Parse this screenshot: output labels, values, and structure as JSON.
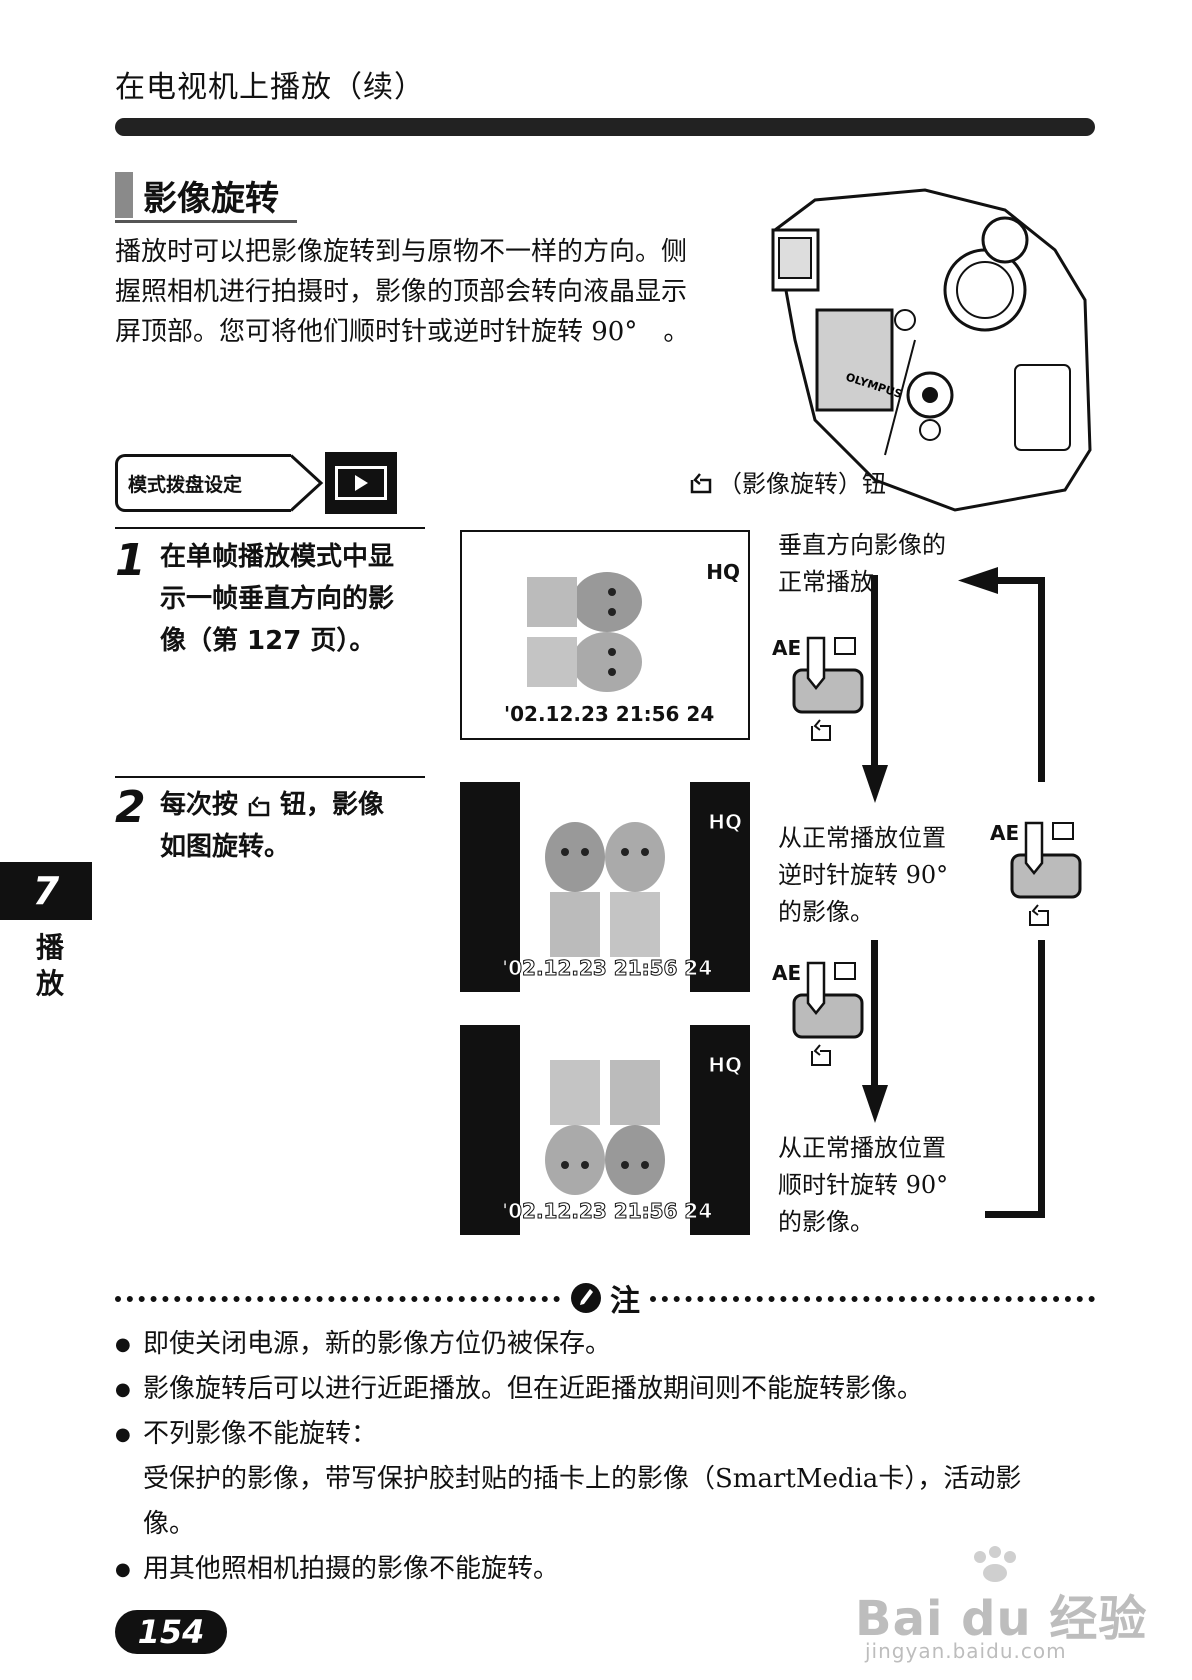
{
  "header": {
    "title": "在电视机上播放（续）"
  },
  "section": {
    "heading": "影像旋转",
    "intro": [
      "播放时可以把影像旋转到与原物不一样的方向。侧",
      "握照相机进行拍摄时，影像的顶部会转向液晶显示",
      "屏顶部。您可将他们顺时针或逆时针旋转 90°　。"
    ]
  },
  "camera": {
    "label": "（影像旋转）钮",
    "brand": "OLYMPUS"
  },
  "mode_dial": {
    "label": "模式拨盘设定"
  },
  "steps": [
    {
      "number": "1",
      "lines": [
        "在单帧播放模式中显",
        "示一帧垂直方向的影",
        "像（第 127 页）。"
      ]
    },
    {
      "number": "2",
      "lines_a": "每次按",
      "lines_b": "钮，影像",
      "line2": "如图旋转。"
    }
  ],
  "screens": [
    {
      "quality": "HQ",
      "stamp": "'02.12.23 21:56 24"
    },
    {
      "quality": "HQ",
      "stamp": "'02.12.23 21:56 24"
    },
    {
      "quality": "HQ",
      "stamp": "'02.12.23 21:56 24"
    }
  ],
  "flow": {
    "label_1": [
      "垂直方向影像的",
      "正常播放"
    ],
    "label_2": [
      "从正常播放位置",
      "逆时针旋转 90°",
      "的影像。"
    ],
    "label_3": [
      "从正常播放位置",
      "顺时针旋转 90°",
      "的影像。"
    ],
    "button_text": "AE"
  },
  "note": {
    "title": "注",
    "items": [
      "即使关闭电源，新的影像方位仍被保存。",
      "影像旋转后可以进行近距播放。但在近距播放期间则不能旋转影像。",
      "不列影像不能旋转："
    ],
    "sub_line_1": "受保护的影像，带写保护胶封贴的插卡上的影像（SmartMedia卡），活动影",
    "sub_line_2": "像。",
    "last_item": "用其他照相机拍摄的影像不能旋转。"
  },
  "chapter": {
    "number": "7",
    "name": "播放"
  },
  "page_number": "154",
  "watermark": {
    "brand": "Bai du 经验",
    "url": "jingyan.baidu.com"
  }
}
